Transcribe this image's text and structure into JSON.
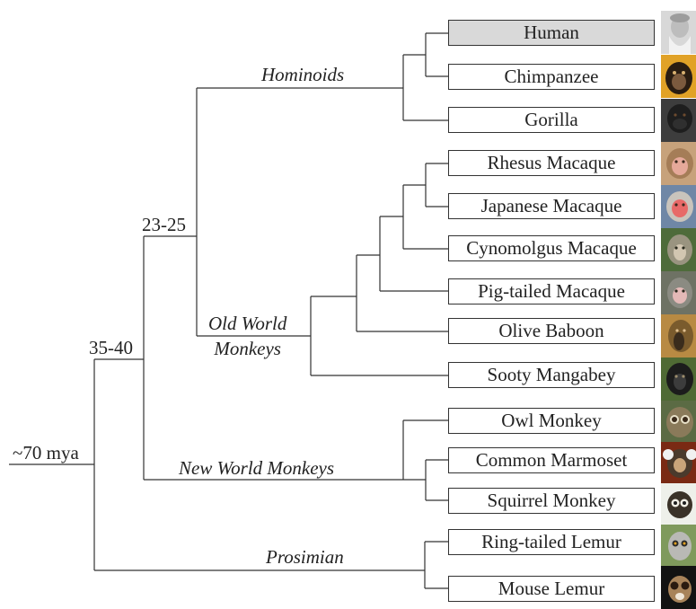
{
  "root_label": "~70 mya",
  "nodes": {
    "n1": "35-40",
    "n2": "23-25"
  },
  "clades": {
    "hominoids": "Hominoids",
    "old_world_line1": "Old World",
    "old_world_line2": "Monkeys",
    "new_world": "New World Monkeys",
    "prosimian": "Prosimian"
  },
  "species": [
    {
      "name": "Human",
      "highlight": true,
      "photo": "human-portrait"
    },
    {
      "name": "Chimpanzee",
      "photo": "chimpanzee"
    },
    {
      "name": "Gorilla",
      "photo": "gorilla"
    },
    {
      "name": "Rhesus Macaque",
      "photo": "rhesus-macaque"
    },
    {
      "name": "Japanese Macaque",
      "photo": "japanese-macaque"
    },
    {
      "name": "Cynomolgus Macaque",
      "photo": "cynomolgus-macaque"
    },
    {
      "name": "Pig-tailed Macaque",
      "photo": "pig-tailed-macaque"
    },
    {
      "name": "Olive Baboon",
      "photo": "olive-baboon"
    },
    {
      "name": "Sooty Mangabey",
      "photo": "sooty-mangabey"
    },
    {
      "name": "Owl Monkey",
      "photo": "owl-monkey"
    },
    {
      "name": "Common Marmoset",
      "photo": "common-marmoset"
    },
    {
      "name": "Squirrel Monkey",
      "photo": "squirrel-monkey"
    },
    {
      "name": "Ring-tailed Lemur",
      "photo": "ring-tailed-lemur"
    },
    {
      "name": "Mouse Lemur",
      "photo": "mouse-lemur"
    }
  ]
}
